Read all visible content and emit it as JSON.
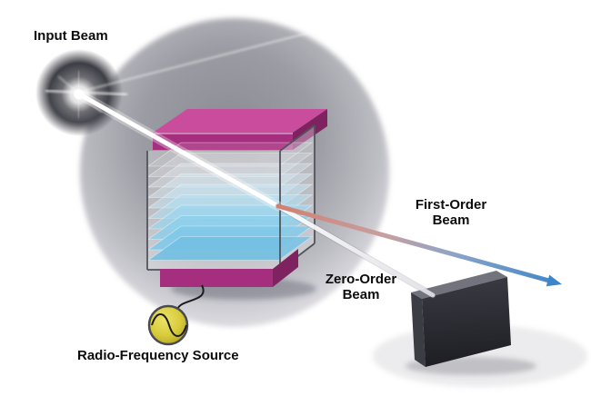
{
  "diagram": {
    "labels": {
      "input_beam": "Input Beam",
      "first_order_line1": "First-Order",
      "first_order_line2": "Beam",
      "zero_order_line1": "Zero-Order",
      "zero_order_line2": "Beam",
      "rf_source": "Radio-Frequency Source"
    },
    "colors": {
      "background_circle": "#9b9ba3",
      "cap_top": "#ca4c9c",
      "cap_front": "#a52e7e",
      "cap_side": "#7e2260",
      "rf_fill": "#d8cc3c",
      "first_order_start": "#d08070",
      "first_order_end": "#3e86c8",
      "arrowhead": "#3e86c8",
      "beam_white": "#ffffff",
      "block_top": "#73737d",
      "block_side": "#3c3c45"
    },
    "crystal_layers": [
      "rgba(255,255,255,0.12)",
      "rgba(245,250,253,0.22)",
      "rgba(228,243,250,0.32)",
      "rgba(205,234,247,0.42)",
      "rgba(178,224,243,0.52)",
      "rgba(148,212,238,0.62)",
      "rgba(118,200,233,0.72)",
      "rgba(95,190,229,0.80)",
      "rgba(78,180,224,0.87)",
      "rgba(62,168,216,0.92)"
    ]
  }
}
